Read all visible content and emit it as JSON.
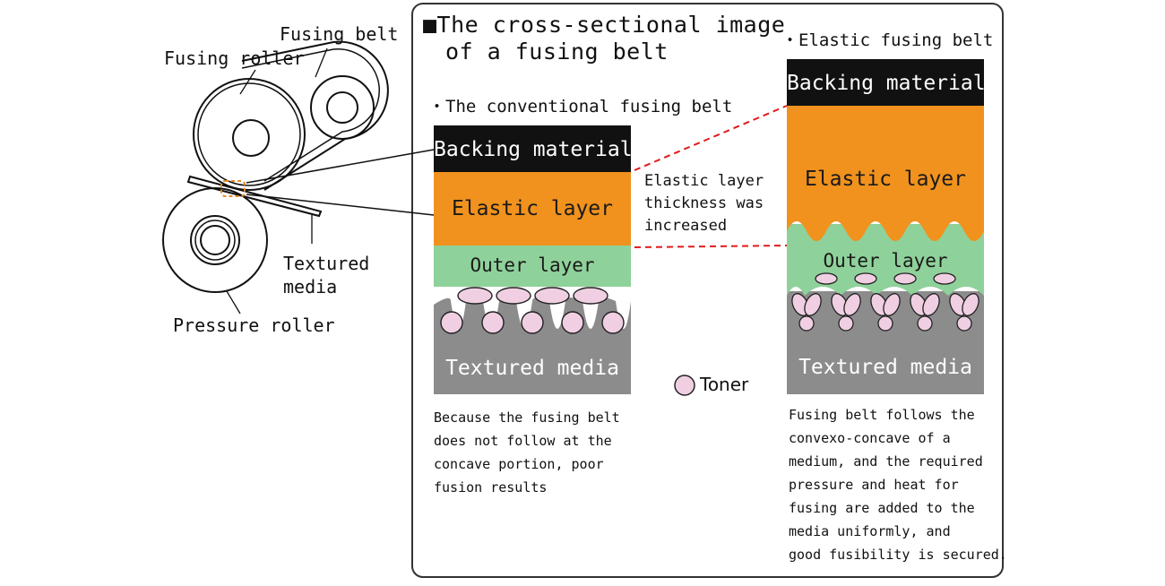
{
  "panel": {
    "title_line1": "■The cross-sectional image",
    "title_line2": "of a fusing belt"
  },
  "left_diagram": {
    "fusing_belt_label": "Fusing belt",
    "fusing_roller_label": "Fusing roller",
    "textured_media_label_line1": "Textured",
    "textured_media_label_line2": "media",
    "pressure_roller_label": "Pressure roller"
  },
  "conventional": {
    "heading": "・The conventional fusing belt",
    "backing": "Backing material",
    "elastic": "Elastic layer",
    "outer": "Outer layer",
    "media": "Textured media",
    "desc_lines": [
      "Because the fusing belt",
      "does not follow at the",
      "concave portion, poor",
      "fusion results"
    ]
  },
  "elastic_belt": {
    "heading": "・Elastic fusing belt",
    "backing": "Backing material",
    "elastic": "Elastic layer",
    "outer": "Outer layer",
    "media": "Textured media",
    "desc_lines": [
      "Fusing belt follows the",
      "convexo-concave of a",
      "medium, and the required",
      "pressure and heat for",
      "fusing are added to the",
      "media uniformly, and",
      "good fusibility is secured."
    ]
  },
  "middle_note": {
    "line1": "Elastic layer",
    "line2": "thickness was",
    "line3": "increased"
  },
  "legend": {
    "toner_label": "Toner"
  },
  "colors": {
    "backing": "#111111",
    "elastic": "#f0921d",
    "outer": "#8fd19a",
    "media": "#8c8c8c",
    "toner": "#f0cfe3",
    "dashed": "#e01b1b"
  }
}
